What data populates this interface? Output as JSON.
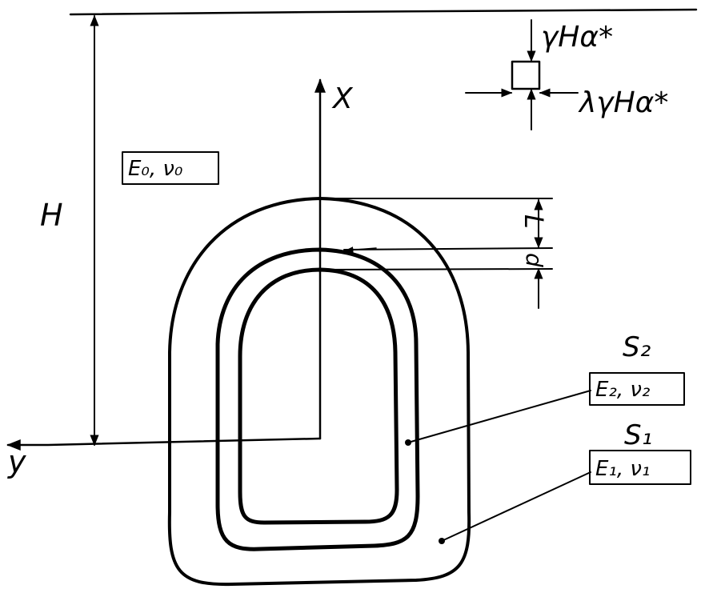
{
  "diagram": {
    "ground_surface": "",
    "axes": {
      "x_label": "X",
      "y_label": "y"
    },
    "depth_label": "H",
    "host_medium": {
      "label": "E₀, ν₀"
    },
    "stress_element": {
      "vertical_load": "γHα*",
      "horizontal_load": "λγHα*"
    },
    "thickness_labels": {
      "outer": "L",
      "inner": "d"
    },
    "layers": [
      {
        "region": "S₂",
        "properties": "E₂, ν₂"
      },
      {
        "region": "S₁",
        "properties": "E₁, ν₁"
      }
    ]
  }
}
